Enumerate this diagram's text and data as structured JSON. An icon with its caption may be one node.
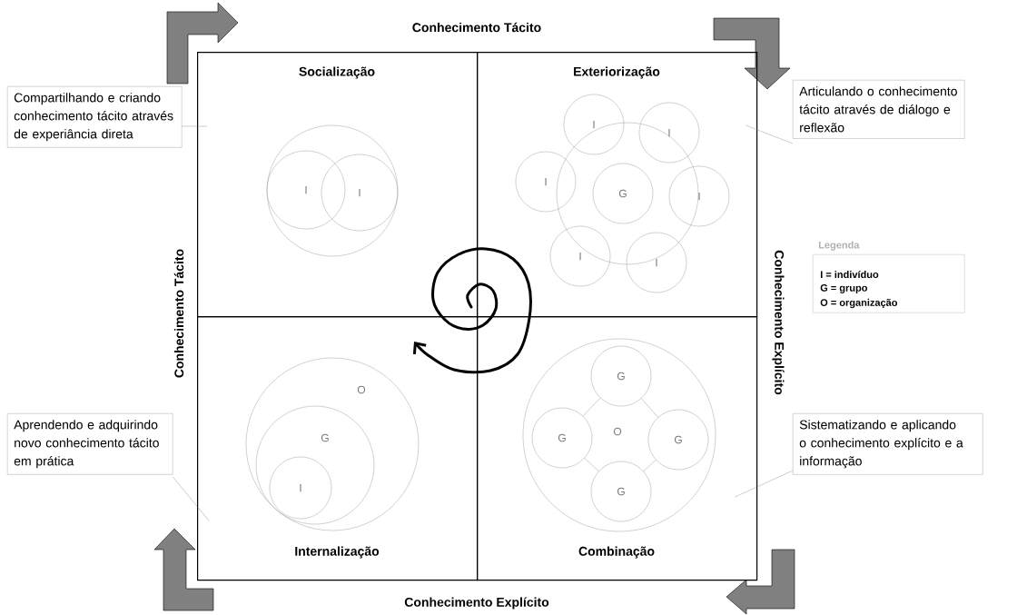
{
  "diagram": {
    "nodes": [
      {
        "text": [
          "Socialização"
        ]
      },
      {
        "text": [],
        "shape": "circle",
        "in": 0
      },
      {
        "text": [
          "I"
        ],
        "in": 1
      },
      {
        "text": [
          "I"
        ],
        "in": 1
      },
      {
        "text": [
          "Exteriorização"
        ]
      },
      {
        "text": [],
        "shape": "circle",
        "in": 4
      },
      {
        "text": [
          "I"
        ],
        "in": 4
      },
      {
        "text": [
          "I"
        ],
        "in": 4
      },
      {
        "text": [
          "I"
        ],
        "in": 4
      },
      {
        "text": [
          "G"
        ],
        "in": 5
      },
      {
        "text": [
          "I"
        ],
        "in": 4
      },
      {
        "text": [
          "I"
        ],
        "in": 4
      },
      {
        "text": [
          "I"
        ],
        "in": 4
      },
      {
        "text": [
          "Internalização"
        ]
      },
      {
        "text": [
          "O"
        ],
        "in": 13
      },
      {
        "text": [
          "G"
        ],
        "in": 14
      },
      {
        "text": [
          "I"
        ],
        "in": 15
      },
      {
        "text": [
          "Combinação"
        ]
      },
      {
        "text": [
          "O"
        ],
        "in": 17
      },
      {
        "text": [
          "G"
        ],
        "in": 18
      },
      {
        "text": [
          "G"
        ],
        "in": 18
      },
      {
        "text": [
          "G"
        ],
        "in": 18
      },
      {
        "text": [
          "G"
        ],
        "in": 18
      },
      {
        "text": [
          "Compartilhando e criando conhecimento tácito através de experiância direta"
        ]
      },
      {
        "text": [
          "Articulando o conhecimento tácito através de diálogo e reflexão"
        ]
      },
      {
        "text": [
          "Aprendendo e adquirindo novo conhecimento tácito em prática"
        ]
      },
      {
        "text": [
          "Sistematizando e aplicando o conhecimento explícito e a informação"
        ]
      },
      {
        "text": [
          "Legenda",
          "I = indivíduo",
          "G = grupo",
          "O = organização"
        ]
      }
    ],
    "edges": [
      {
        "from": 23,
        "to": 0,
        "arrow": "none"
      },
      {
        "from": 24,
        "to": 4,
        "arrow": "none"
      },
      {
        "from": 25,
        "to": 13,
        "arrow": "none"
      },
      {
        "from": 26,
        "to": 17,
        "arrow": "none"
      },
      {
        "from": 19,
        "to": 20,
        "arrow": "none"
      },
      {
        "from": 19,
        "to": 21,
        "arrow": "none"
      },
      {
        "from": 21,
        "to": 22,
        "arrow": "none"
      },
      {
        "from": 20,
        "to": 22,
        "arrow": "none"
      }
    ],
    "labels": [
      "Conhecimento Tácito",
      "Conhecimento Tácito",
      "Conhecimento Explícito",
      "Conhecimento Explícito"
    ]
  }
}
